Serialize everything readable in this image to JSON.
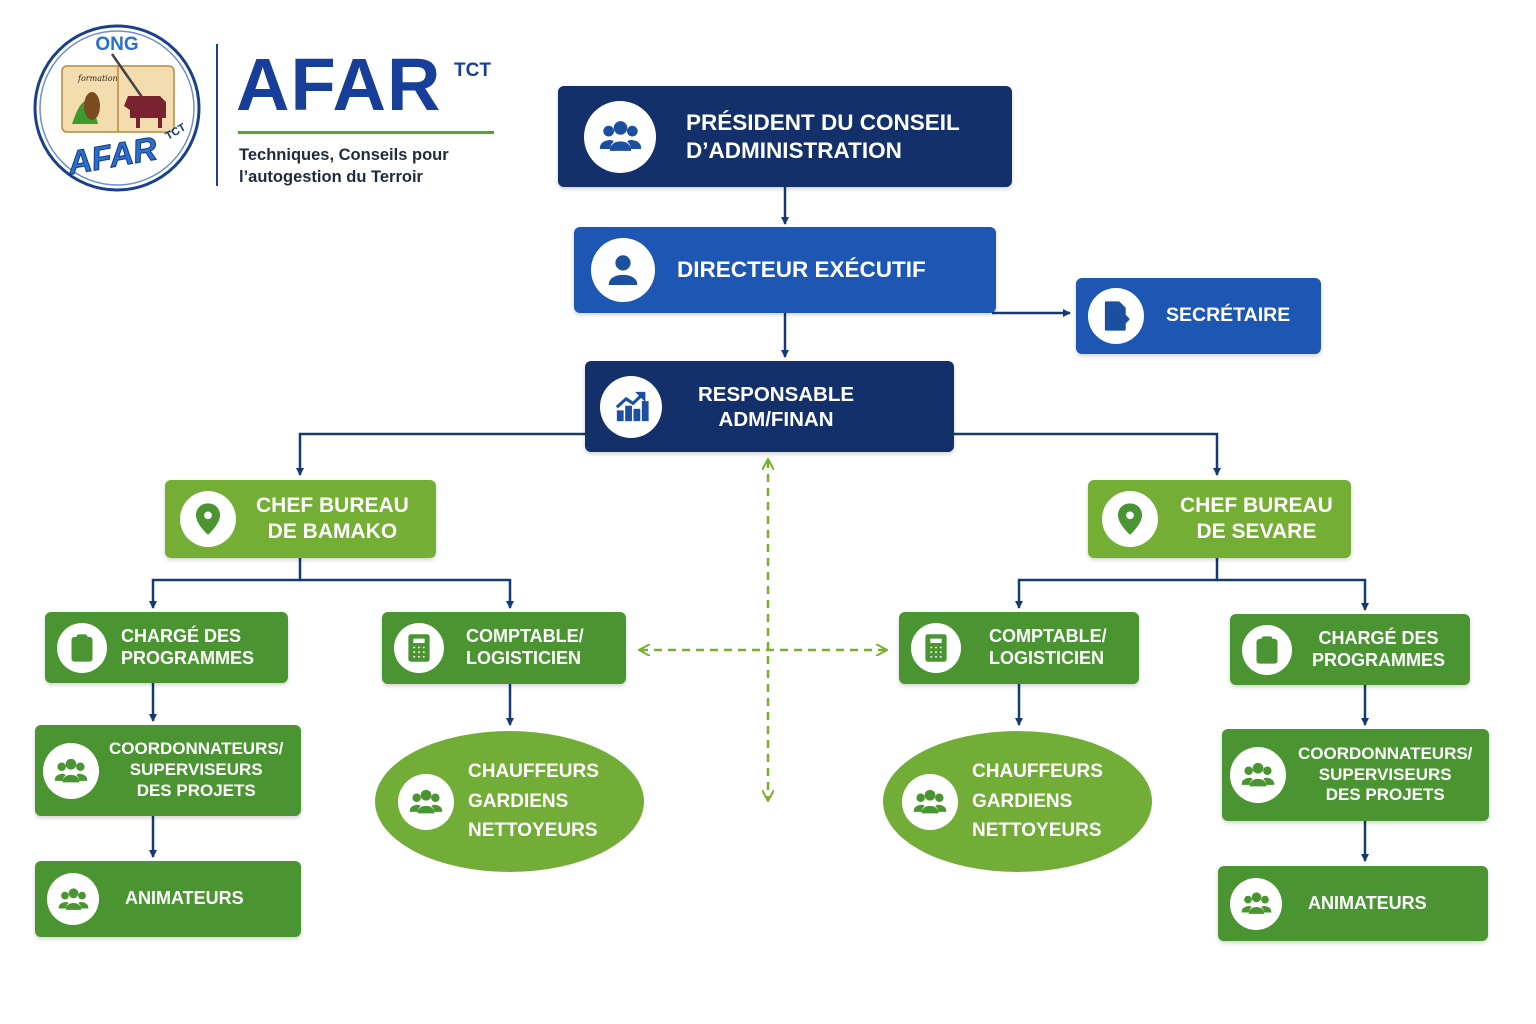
{
  "logo": {
    "seal_top": "ONG",
    "seal_bottom": "AFAR",
    "seal_sup": "TCT",
    "seal_script": "formation",
    "name": "AFAR",
    "sup": "TCT",
    "tagline_1": "Techniques, Conseils pour",
    "tagline_2": "l’autogestion du Terroir",
    "colors": {
      "navy": "#173f9a",
      "green": "#5ea02f"
    }
  },
  "colors": {
    "navy": "#13306a",
    "blue": "#1d56b3",
    "lime": "#74ae34",
    "green": "#4a9432",
    "connector": "#163a74",
    "dashed": "#7aae2e"
  },
  "nodes": {
    "president": {
      "icon": "group-icon",
      "lines": [
        "PRÉSIDENT DU CONSEIL",
        "D’ADMINISTRATION"
      ]
    },
    "directeur": {
      "icon": "user-icon",
      "lines": [
        "DIRECTEUR EXÉCUTIF"
      ]
    },
    "secretaire": {
      "icon": "document-icon",
      "lines": [
        "SECRÉTAIRE"
      ]
    },
    "responsable": {
      "icon": "chart-up-icon",
      "lines": [
        "RESPONSABLE",
        "ADM/FINAN"
      ]
    },
    "bamako": {
      "chef": {
        "icon": "location-pin-icon",
        "lines": [
          "CHEF BUREAU",
          "DE BAMAKO"
        ]
      },
      "charge": {
        "icon": "clipboard-icon",
        "lines": [
          "CHARGÉ DES",
          "PROGRAMMES"
        ]
      },
      "comptable": {
        "icon": "calculator-icon",
        "lines": [
          "COMPTABLE/",
          "LOGISTICIEN"
        ]
      },
      "coord": {
        "icon": "group-icon",
        "lines": [
          "COORDONNATEURS/",
          "SUPERVISEURS",
          "DES PROJETS"
        ]
      },
      "animateurs": {
        "icon": "group-icon",
        "lines": [
          "ANIMATEURS"
        ]
      },
      "staff": {
        "icon": "group-icon",
        "lines": [
          "CHAUFFEURS",
          "GARDIENS",
          "NETTOYEURS"
        ]
      }
    },
    "sevare": {
      "chef": {
        "icon": "location-pin-icon",
        "lines": [
          "CHEF BUREAU",
          "DE SEVARE"
        ]
      },
      "comptable": {
        "icon": "calculator-icon",
        "lines": [
          "COMPTABLE/",
          "LOGISTICIEN"
        ]
      },
      "charge": {
        "icon": "clipboard-icon",
        "lines": [
          "CHARGÉ DES",
          "PROGRAMMES"
        ]
      },
      "staff": {
        "icon": "group-icon",
        "lines": [
          "CHAUFFEURS",
          "GARDIENS",
          "NETTOYEURS"
        ]
      },
      "coord": {
        "icon": "group-icon",
        "lines": [
          "COORDONNATEURS/",
          "SUPERVISEURS",
          "DES PROJETS"
        ]
      },
      "animateurs": {
        "icon": "group-icon",
        "lines": [
          "ANIMATEURS"
        ]
      }
    }
  }
}
